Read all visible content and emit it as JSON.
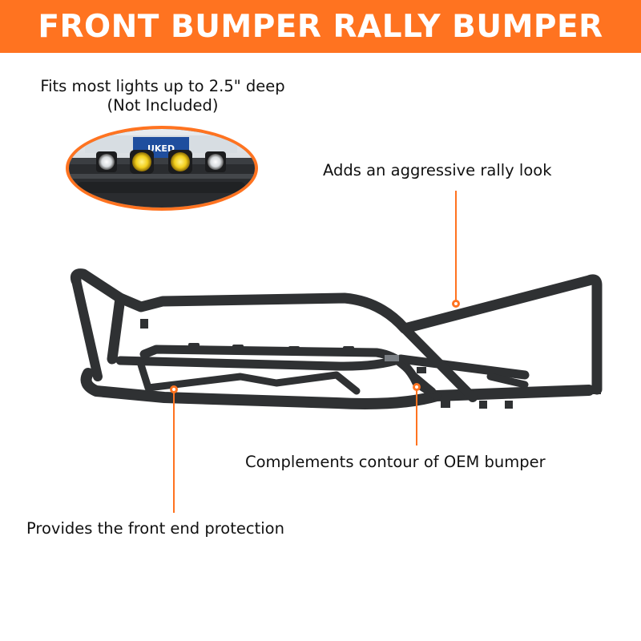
{
  "banner": {
    "title": "FRONT BUMPER RALLY BUMPER"
  },
  "callouts": {
    "lights_line1": "Fits most lights up to 2.5\" deep",
    "lights_line2": "(Not Included)",
    "aggressive": "Adds an aggressive rally look",
    "contour": "Complements contour of OEM bumper",
    "protection": "Provides the front end protection"
  },
  "colors": {
    "accent": "#ff7320",
    "tube": "#2f3133",
    "text": "#111111"
  },
  "inset": {
    "plate_text": "UKED"
  }
}
